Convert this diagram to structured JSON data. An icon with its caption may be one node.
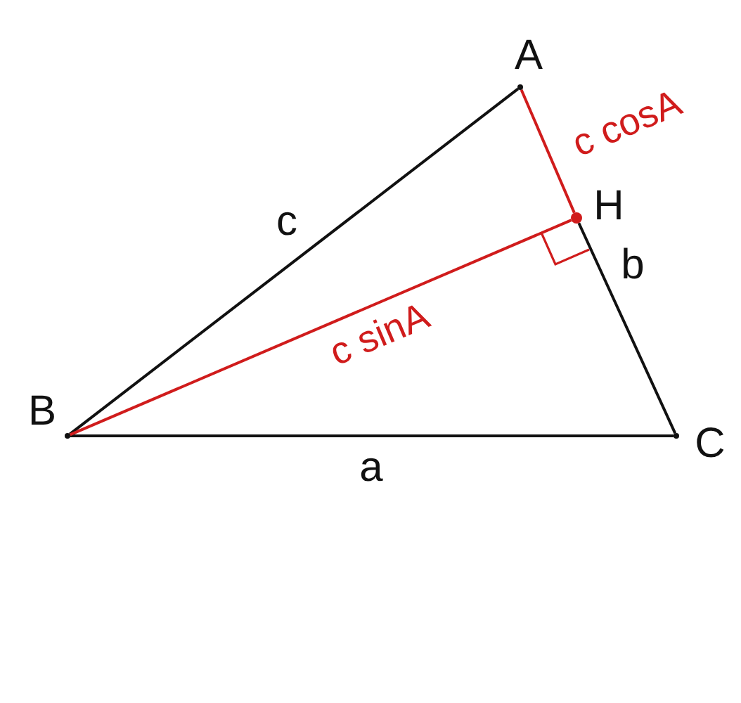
{
  "diagram": {
    "nodes": [
      {
        "text": [],
        "shape": "point",
        "beside": [
          "A"
        ]
      },
      {
        "text": [],
        "shape": "point",
        "beside": [
          "B"
        ]
      },
      {
        "text": [],
        "shape": "point",
        "beside": [
          "C"
        ]
      },
      {
        "text": [],
        "shape": "dot",
        "beside": [
          "H"
        ]
      }
    ],
    "edges": [
      {
        "from": 1,
        "to": 0,
        "arrow": "none",
        "label": "c"
      },
      {
        "from": 1,
        "to": 2,
        "arrow": "none",
        "label": "a"
      },
      {
        "from": 0,
        "to": 3,
        "arrow": "none",
        "label": "c cosA",
        "color": "#d01c1c"
      },
      {
        "from": 3,
        "to": 2,
        "arrow": "none",
        "label": "b"
      },
      {
        "from": 1,
        "to": 3,
        "arrow": "none",
        "label": "c sinA",
        "color": "#d01c1c"
      }
    ]
  }
}
